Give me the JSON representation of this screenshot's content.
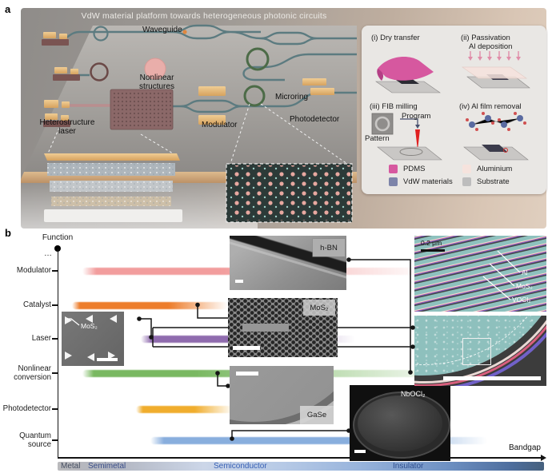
{
  "figure": {
    "panel_a_label": "a",
    "panel_b_label": "b"
  },
  "panel_a": {
    "title": "VdW material platform towards heterogeneous photonic circuits",
    "labels": {
      "waveguide": "Waveguide",
      "nonlinear_structures": "Nonlinear structures",
      "heterostructure_laser": "Heterostructure laser",
      "modulator": "Modulator",
      "microring": "Microring",
      "photodetector": "Photodetector"
    },
    "process_steps": {
      "step1": "(i) Dry transfer",
      "step2": "(ii) Passivation",
      "step2_line2": "Al deposition",
      "step3": "(iii) FIB milling",
      "step3_program": "Program",
      "step3_pattern": "Pattern",
      "step4": "(iv) Al film removal"
    },
    "legend": [
      {
        "label": "PDMS",
        "color": "#d6589f"
      },
      {
        "label": "VdW materials",
        "color": "#7d84a9"
      },
      {
        "label": "Aluminium",
        "color": "#f6e3dd"
      },
      {
        "label": "Substrate",
        "color": "#bdbdbd"
      }
    ]
  },
  "panel_b": {
    "y_axis_title": "Function",
    "y_axis_more": "…",
    "x_axis_title": "Bandgap",
    "bandgap_regions": [
      {
        "label": "Metal"
      },
      {
        "label": "Semimetal"
      },
      {
        "label": "Semiconductor"
      },
      {
        "label": "Insulator"
      }
    ],
    "insets": {
      "triangles_label": "MoS₂",
      "hbn_label": "h-BN",
      "phc_label": "MoS₂",
      "gase_label": "GaSe",
      "nbocl2_label": "NbOCl₂",
      "sem_scalebar": "0.2 μm",
      "sem_layer_labels": [
        "Al",
        "MoS₂",
        "VOCl₂"
      ]
    },
    "chart_data": {
      "type": "bar",
      "orientation": "horizontal range bars along a continuous bandgap axis",
      "ylabel": "Function",
      "xlabel": "Bandgap",
      "x_axis_regions": [
        "Metal",
        "Semimetal",
        "Semiconductor",
        "Insulator"
      ],
      "categories": [
        "Modulator",
        "Catalyst",
        "Laser",
        "Nonlinear conversion",
        "Photodetector",
        "Quantum source"
      ],
      "series": [
        {
          "name": "Modulator",
          "color": "#f29d9d",
          "range_frac": [
            0.05,
            0.76
          ]
        },
        {
          "name": "Catalyst",
          "color": "#ed7d2b",
          "range_frac": [
            0.03,
            0.35
          ]
        },
        {
          "name": "Laser",
          "color": "#8f6bae",
          "range_frac": [
            0.17,
            0.61
          ]
        },
        {
          "name": "Nonlinear conversion",
          "color": "#79b861",
          "range_frac": [
            0.05,
            0.82
          ]
        },
        {
          "name": "Photodetector",
          "color": "#f0ad2d",
          "range_frac": [
            0.16,
            0.36
          ]
        },
        {
          "name": "Quantum source",
          "color": "#88aedd",
          "range_frac": [
            0.19,
            0.88
          ]
        }
      ],
      "grid": false,
      "legend_position": "none",
      "example_materials_annotated": [
        "h-BN",
        "MoS₂",
        "GaSe",
        "NbOCl₂"
      ]
    }
  }
}
